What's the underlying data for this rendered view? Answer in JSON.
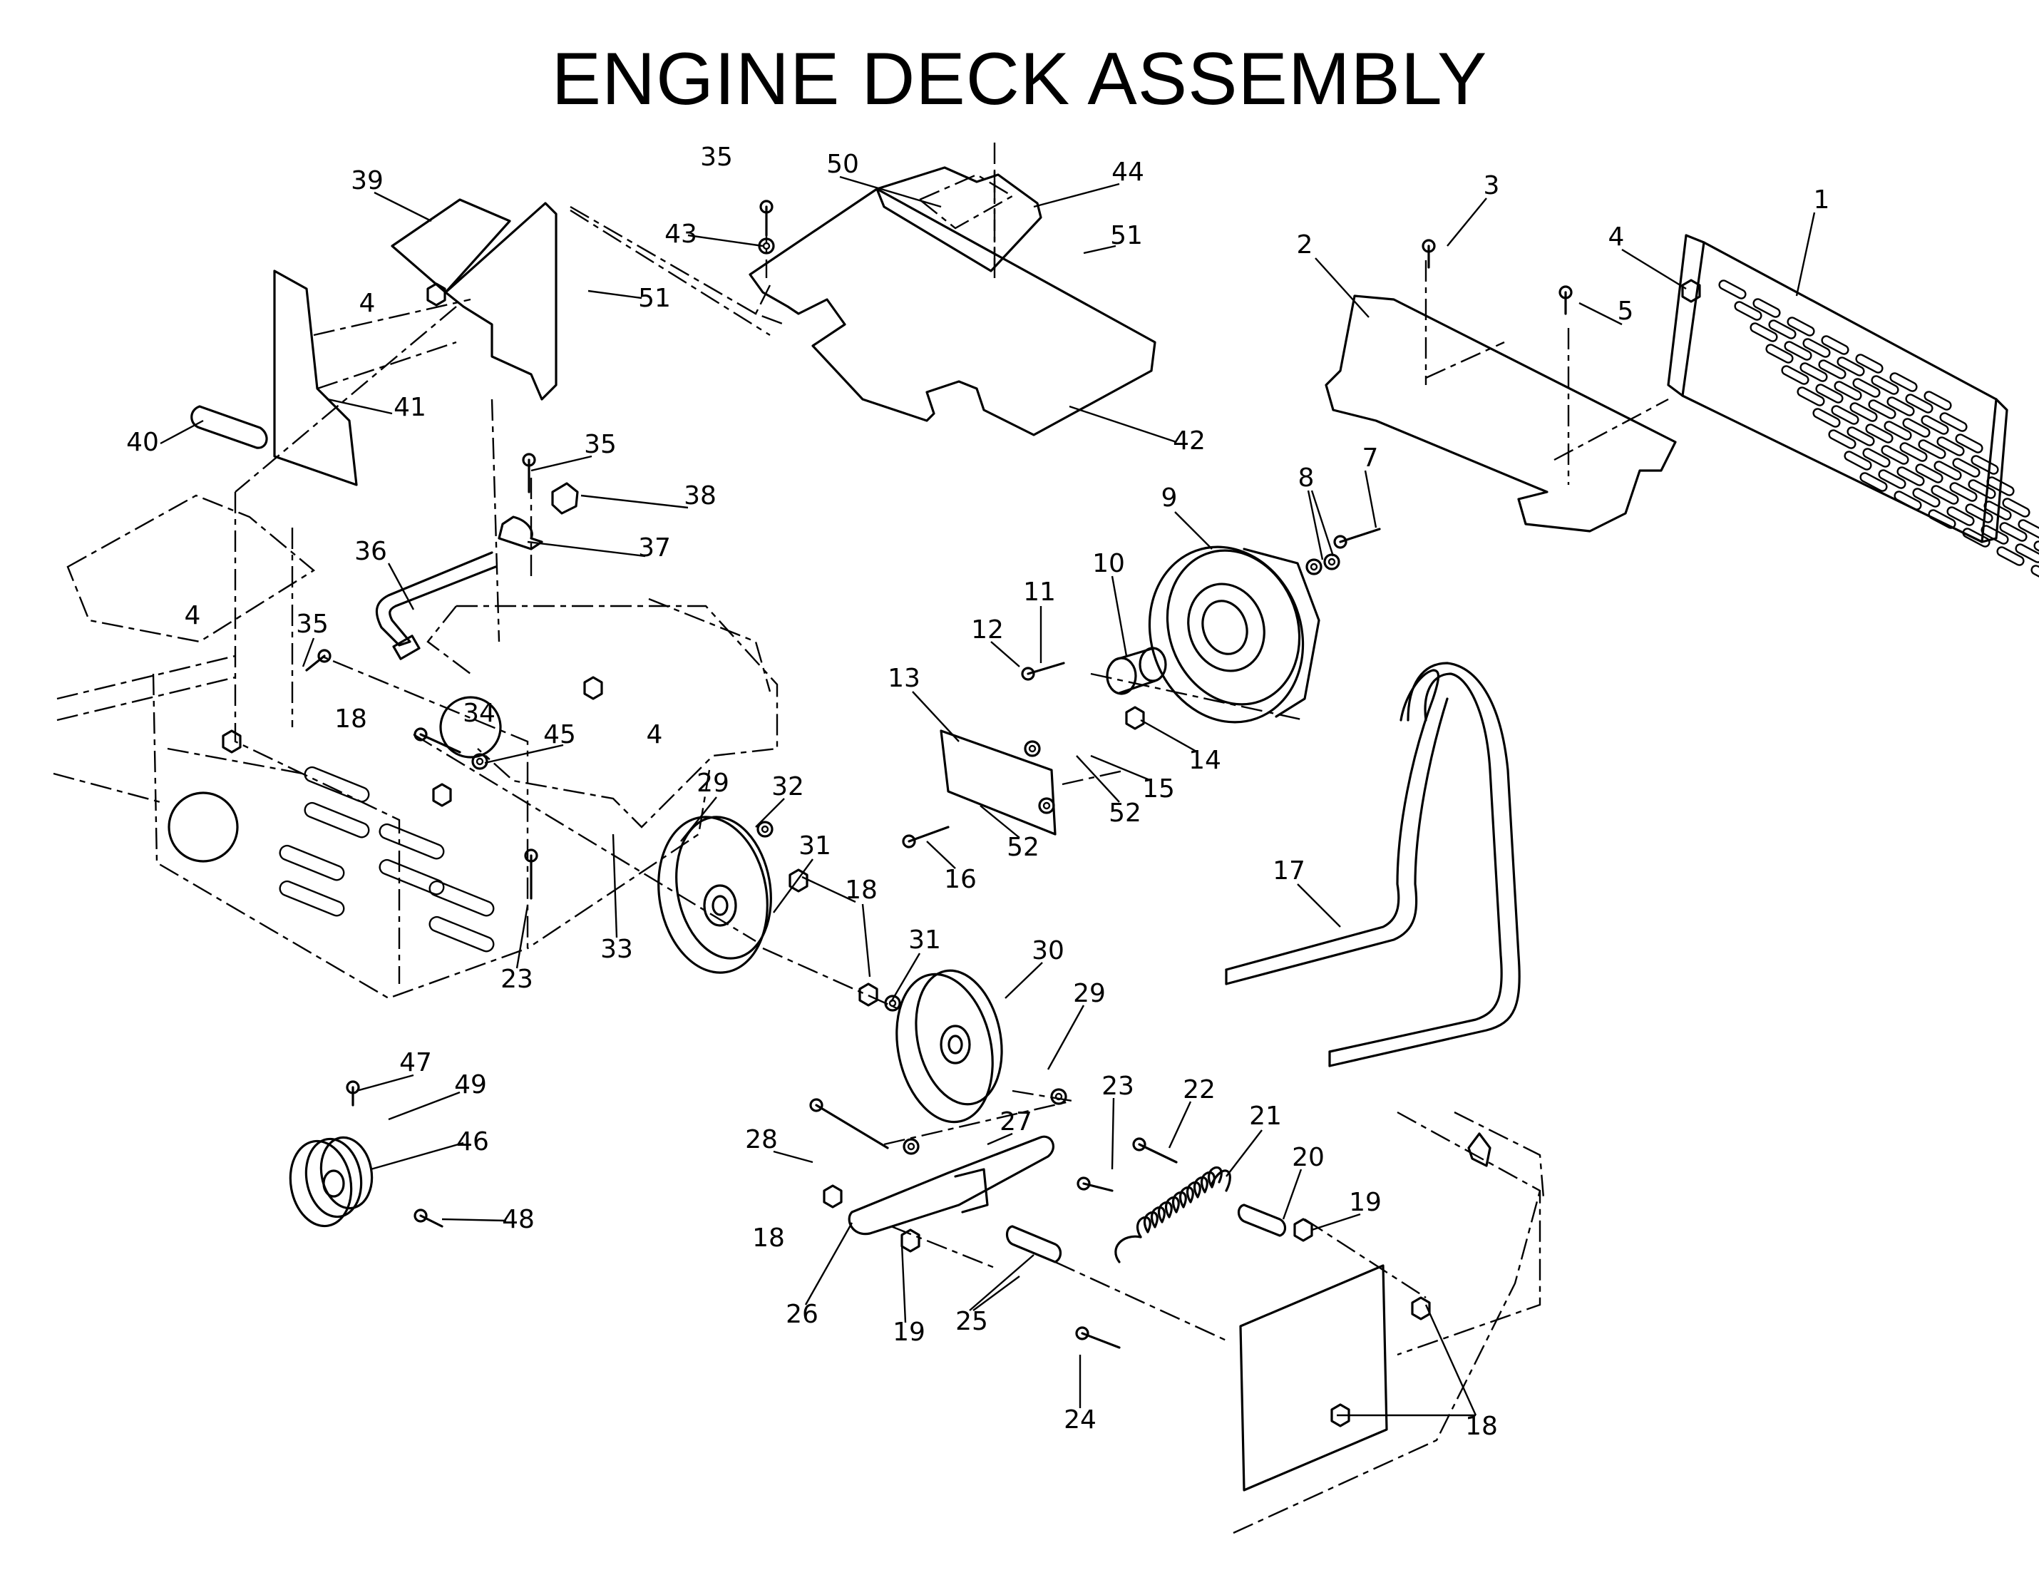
{
  "title": "ENGINE DECK ASSEMBLY",
  "callouts": [
    "1",
    "2",
    "3",
    "4",
    "5",
    "7",
    "8",
    "9",
    "10",
    "11",
    "12",
    "13",
    "14",
    "15",
    "16",
    "17",
    "18",
    "19",
    "20",
    "21",
    "22",
    "23",
    "24",
    "25",
    "26",
    "27",
    "28",
    "29",
    "30",
    "31",
    "32",
    "33",
    "34",
    "35",
    "36",
    "37",
    "38",
    "39",
    "40",
    "41",
    "42",
    "43",
    "44",
    "45",
    "46",
    "47",
    "48",
    "49",
    "50",
    "51",
    "52"
  ],
  "labels": [
    {
      "id": "1",
      "text": "1"
    },
    {
      "id": "2",
      "text": "2"
    },
    {
      "id": "3",
      "text": "3"
    },
    {
      "id": "4a",
      "text": "4"
    },
    {
      "id": "4b",
      "text": "4"
    },
    {
      "id": "4c",
      "text": "4"
    },
    {
      "id": "4d",
      "text": "4"
    },
    {
      "id": "5",
      "text": "5"
    },
    {
      "id": "7",
      "text": "7"
    },
    {
      "id": "8",
      "text": "8"
    },
    {
      "id": "9",
      "text": "9"
    },
    {
      "id": "10",
      "text": "10"
    },
    {
      "id": "11",
      "text": "11"
    },
    {
      "id": "12",
      "text": "12"
    },
    {
      "id": "13",
      "text": "13"
    },
    {
      "id": "14",
      "text": "14"
    },
    {
      "id": "15",
      "text": "15"
    },
    {
      "id": "16",
      "text": "16"
    },
    {
      "id": "17",
      "text": "17"
    },
    {
      "id": "18a",
      "text": "18"
    },
    {
      "id": "18b",
      "text": "18"
    },
    {
      "id": "18c",
      "text": "18"
    },
    {
      "id": "18d",
      "text": "18"
    },
    {
      "id": "19a",
      "text": "19"
    },
    {
      "id": "19b",
      "text": "19"
    },
    {
      "id": "20",
      "text": "20"
    },
    {
      "id": "21",
      "text": "21"
    },
    {
      "id": "22",
      "text": "22"
    },
    {
      "id": "23a",
      "text": "23"
    },
    {
      "id": "23b",
      "text": "23"
    },
    {
      "id": "24",
      "text": "24"
    },
    {
      "id": "25",
      "text": "25"
    },
    {
      "id": "26",
      "text": "26"
    },
    {
      "id": "27",
      "text": "27"
    },
    {
      "id": "28",
      "text": "28"
    },
    {
      "id": "29a",
      "text": "29"
    },
    {
      "id": "29b",
      "text": "29"
    },
    {
      "id": "30",
      "text": "30"
    },
    {
      "id": "31a",
      "text": "31"
    },
    {
      "id": "31b",
      "text": "31"
    },
    {
      "id": "32",
      "text": "32"
    },
    {
      "id": "33",
      "text": "33"
    },
    {
      "id": "34",
      "text": "34"
    },
    {
      "id": "35a",
      "text": "35"
    },
    {
      "id": "35b",
      "text": "35"
    },
    {
      "id": "35c",
      "text": "35"
    },
    {
      "id": "36",
      "text": "36"
    },
    {
      "id": "37",
      "text": "37"
    },
    {
      "id": "38",
      "text": "38"
    },
    {
      "id": "39",
      "text": "39"
    },
    {
      "id": "40",
      "text": "40"
    },
    {
      "id": "41",
      "text": "41"
    },
    {
      "id": "42",
      "text": "42"
    },
    {
      "id": "43",
      "text": "43"
    },
    {
      "id": "44",
      "text": "44"
    },
    {
      "id": "45",
      "text": "45"
    },
    {
      "id": "46",
      "text": "46"
    },
    {
      "id": "47",
      "text": "47"
    },
    {
      "id": "48",
      "text": "48"
    },
    {
      "id": "49",
      "text": "49"
    },
    {
      "id": "50",
      "text": "50"
    },
    {
      "id": "51a",
      "text": "51"
    },
    {
      "id": "51b",
      "text": "51"
    },
    {
      "id": "52a",
      "text": "52"
    },
    {
      "id": "52b",
      "text": "52"
    }
  ]
}
